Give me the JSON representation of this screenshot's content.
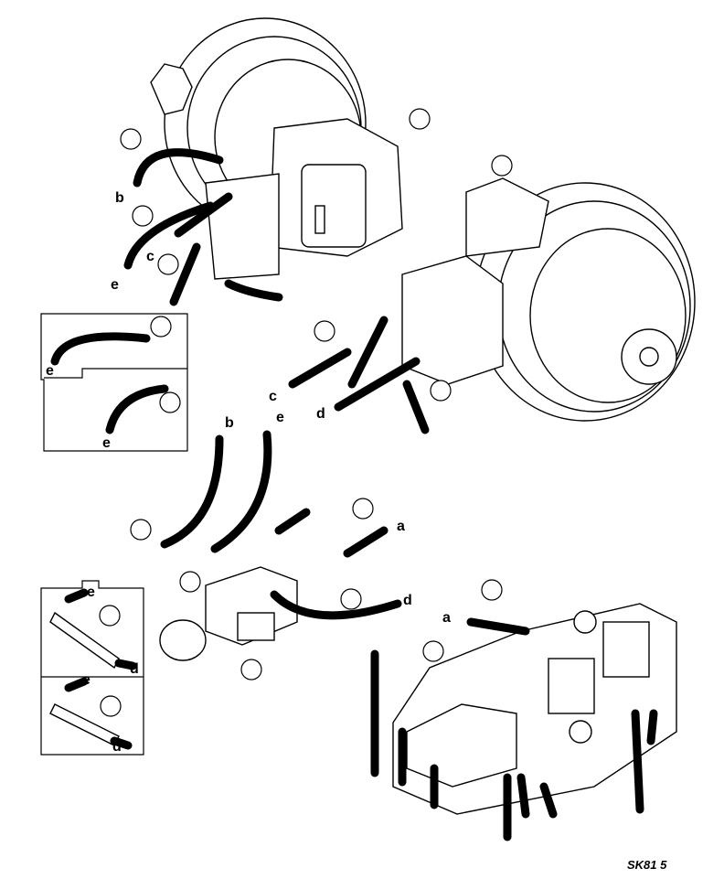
{
  "labels": [
    "b",
    "c",
    "e",
    "e",
    "e",
    "c",
    "d",
    "b",
    "e",
    "a",
    "d",
    "e",
    "d",
    "e",
    "d",
    "a"
  ],
  "drawing_code": "SK81 5"
}
